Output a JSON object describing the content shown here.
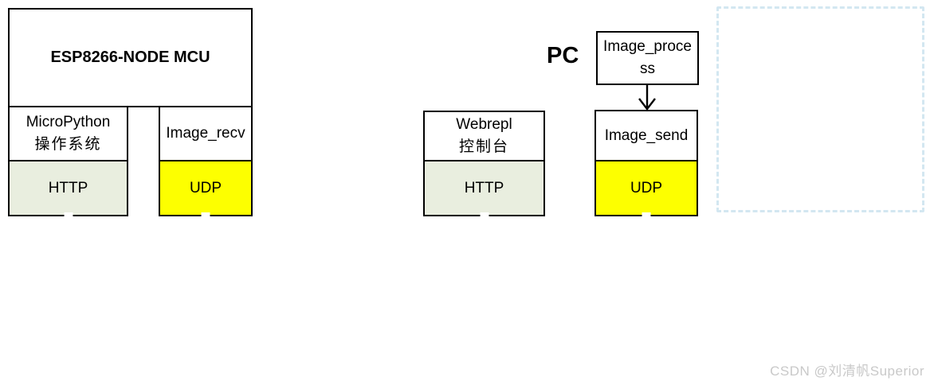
{
  "esp_node": {
    "title": "ESP8266-NODE MCU",
    "micropython": {
      "line1": "MicroPython",
      "line2": "操作系统",
      "protocol": "HTTP"
    },
    "image_recv": {
      "label": "Image_recv",
      "protocol": "UDP"
    }
  },
  "pc": {
    "label": "PC",
    "image_process": {
      "label": "Image_process"
    },
    "webrepl": {
      "line1": "Webrepl",
      "line2": "控制台",
      "protocol": "HTTP"
    },
    "image_send": {
      "label": "Image_send",
      "protocol": "UDP"
    }
  },
  "colors": {
    "http_fill": "#e9eedf",
    "udp_fill": "#fdff00",
    "box_border": "#000000",
    "dashed_border": "#d3e7f1",
    "watermark_text": "#c9c9c9"
  },
  "watermark": "CSDN @刘清帆Superior"
}
